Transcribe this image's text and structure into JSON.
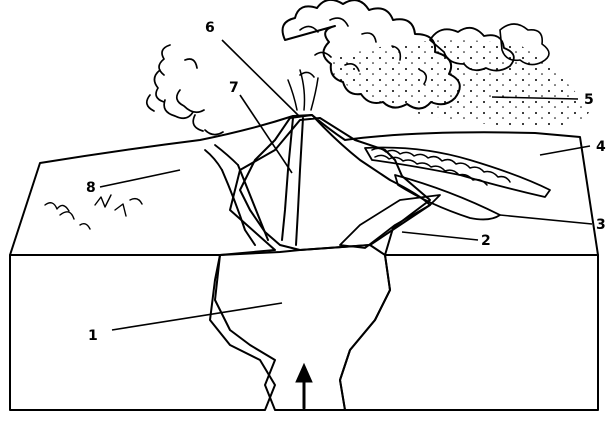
{
  "labels": {
    "magma_chamber": "1",
    "dike": "2",
    "sill": "3",
    "lava_flow": "4",
    "ash_cloud": "5",
    "main_vent": "6",
    "parasitic_vent": "7",
    "ash_layer": "8"
  }
}
